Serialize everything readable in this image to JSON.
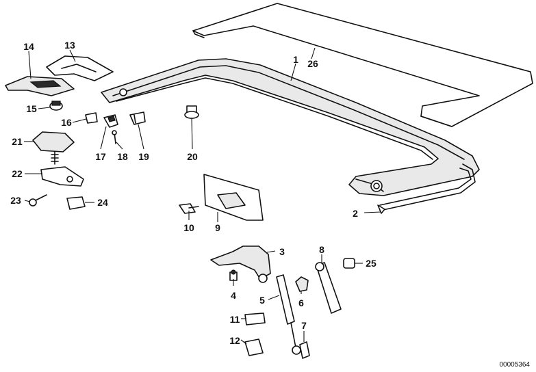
{
  "callouts": [
    "1",
    "2",
    "3",
    "4",
    "5",
    "6",
    "7",
    "8",
    "9",
    "10",
    "11",
    "12",
    "13",
    "14",
    "15",
    "16",
    "17",
    "18",
    "19",
    "20",
    "21",
    "22",
    "23",
    "24",
    "25",
    "26"
  ],
  "reference_number": "00005364"
}
